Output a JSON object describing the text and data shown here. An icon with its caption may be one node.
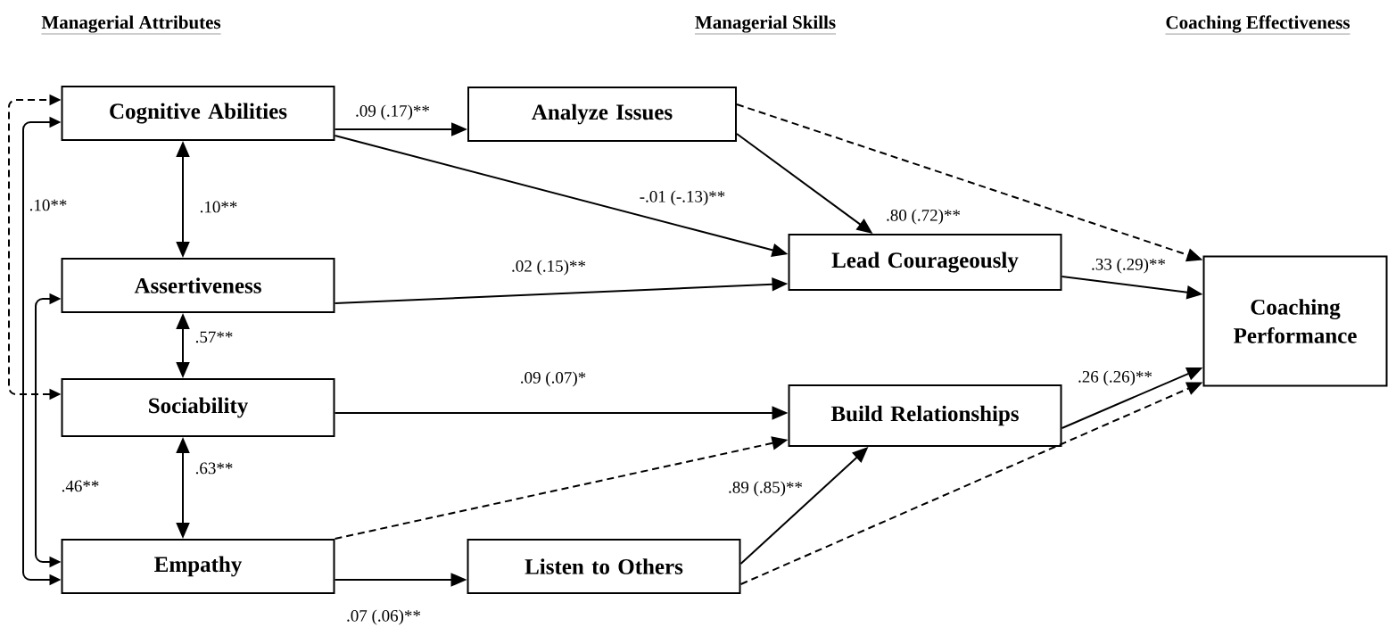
{
  "diagram": {
    "nodes": [
      {
        "text": [
          "Cognitive Abilities"
        ]
      },
      {
        "text": [
          "Assertiveness"
        ]
      },
      {
        "text": [
          "Sociability"
        ]
      },
      {
        "text": [
          "Empathy"
        ]
      },
      {
        "text": [
          "Analyze Issues"
        ]
      },
      {
        "text": [
          "Lead Courageously"
        ]
      },
      {
        "text": [
          "Build Relationships"
        ]
      },
      {
        "text": [
          "Listen to Others"
        ]
      },
      {
        "text": [
          "Coaching Performance"
        ]
      }
    ],
    "edges": [
      {
        "from": 0,
        "to": 4,
        "arrow": "to",
        "label": ".09 (.17)**"
      },
      {
        "from": 0,
        "to": 5,
        "arrow": "to",
        "label": "-.01 (-.13)**"
      },
      {
        "from": 1,
        "to": 5,
        "arrow": "to",
        "label": ".02 (.15)**"
      },
      {
        "from": 2,
        "to": 6,
        "arrow": "to",
        "label": ".09 (.07)*"
      },
      {
        "from": 3,
        "to": 6,
        "arrow": "to",
        "style": "dashed"
      },
      {
        "from": 3,
        "to": 7,
        "arrow": "to",
        "label": ".07 (.06)**"
      },
      {
        "from": 4,
        "to": 5,
        "arrow": "to",
        "label": ".80 (.72)**"
      },
      {
        "from": 4,
        "to": 8,
        "arrow": "to",
        "style": "dashed"
      },
      {
        "from": 5,
        "to": 8,
        "arrow": "to",
        "label": ".33 (.29)**"
      },
      {
        "from": 6,
        "to": 8,
        "arrow": "to",
        "label": ".26 (.26)**"
      },
      {
        "from": 7,
        "to": 6,
        "arrow": "to",
        "label": ".89 (.85)**"
      },
      {
        "from": 7,
        "to": 8,
        "arrow": "to",
        "style": "dashed"
      },
      {
        "from": 0,
        "to": 1,
        "arrow": "both",
        "label": ".10**"
      },
      {
        "from": 1,
        "to": 2,
        "arrow": "both",
        "label": ".57**"
      },
      {
        "from": 2,
        "to": 3,
        "arrow": "both",
        "label": ".63**"
      },
      {
        "from": 0,
        "to": 3,
        "arrow": "both",
        "label": ".10**"
      },
      {
        "from": 2,
        "to": 0,
        "arrow": "both",
        "style": "dashed"
      },
      {
        "from": 1,
        "to": 3,
        "arrow": "both",
        "label": ".46**"
      }
    ],
    "labels": [
      "Managerial Attributes",
      "Managerial Skills",
      "Coaching Effectiveness"
    ]
  }
}
